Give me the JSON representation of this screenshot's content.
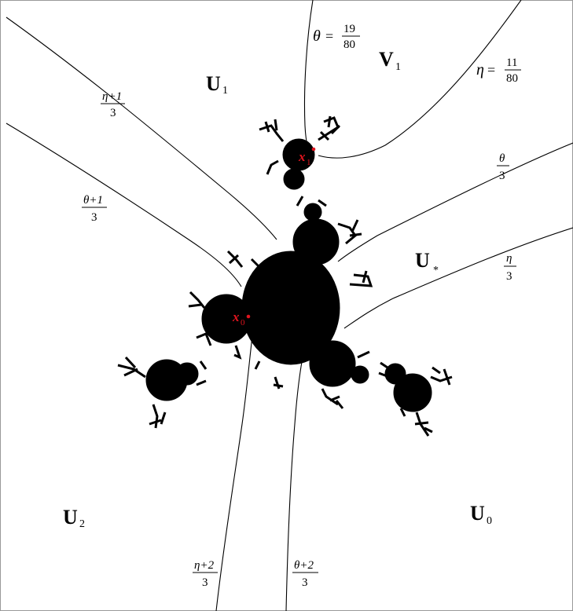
{
  "regions": [
    {
      "id": "U1",
      "main": "U",
      "sub": "1"
    },
    {
      "id": "V1",
      "main": "V",
      "sub": "1"
    },
    {
      "id": "Ustar",
      "main": "U",
      "sub": "*"
    },
    {
      "id": "U2",
      "main": "U",
      "sub": "2"
    },
    {
      "id": "U0",
      "main": "U",
      "sub": "0"
    }
  ],
  "angle_labels": {
    "theta_19_80": {
      "symbol": "θ",
      "eq": "=",
      "num": "19",
      "den": "80"
    },
    "eta_11_80": {
      "symbol": "η",
      "eq": "=",
      "num": "11",
      "den": "80"
    }
  },
  "ray_labels": [
    {
      "id": "eta_plus1_over3",
      "num": "η+1",
      "den": "3"
    },
    {
      "id": "theta_plus1_over3",
      "num": "θ+1",
      "den": "3"
    },
    {
      "id": "theta_over3",
      "num": "θ",
      "den": "3"
    },
    {
      "id": "eta_over3",
      "num": "η",
      "den": "3"
    },
    {
      "id": "eta_plus2_over3",
      "num": "η+2",
      "den": "3"
    },
    {
      "id": "theta_plus2_over3",
      "num": "θ+2",
      "den": "3"
    }
  ],
  "points": [
    {
      "id": "x1",
      "main": "x",
      "sub": "1",
      "color": "#e0141e"
    },
    {
      "id": "x0",
      "main": "x",
      "sub": "0",
      "color": "#e0141e"
    }
  ],
  "colors": {
    "set": "#000000",
    "rays": "#000000",
    "points": "#e0141e",
    "background": "#ffffff",
    "frame": "#999999"
  }
}
